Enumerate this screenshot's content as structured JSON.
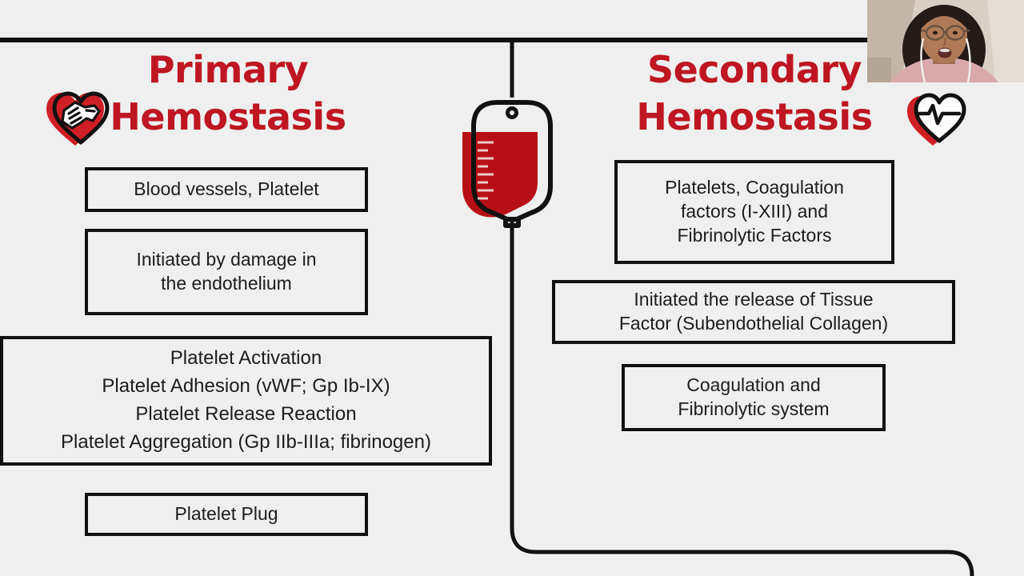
{
  "slide": {
    "background_color": "#efefef",
    "accent_color": "#be1622",
    "line_color": "#111111",
    "text_color": "#1d1d1d"
  },
  "headings": {
    "primary": "Primary\nHemostasis",
    "secondary": "Secondary\nHemostasis"
  },
  "icons": {
    "heart_handshake": "heart-handshake-icon",
    "heart_pulse": "heart-pulse-icon",
    "blood_bag": "blood-bag-icon"
  },
  "left_column": {
    "boxes": [
      {
        "text": "Blood vessels, Platelet"
      },
      {
        "text": "Initiated by damage in\nthe endothelium"
      },
      {
        "text": "Platelet Activation\nPlatelet Adhesion (vWF; Gp Ib-IX)\nPlatelet Release Reaction\nPlatelet Aggregation (Gp IIb-IIIa; fibrinogen)"
      },
      {
        "text": "Platelet Plug"
      }
    ]
  },
  "right_column": {
    "boxes": [
      {
        "text": "Platelets, Coagulation\nfactors (I-XIII) and\nFibrinolytic Factors"
      },
      {
        "text": "Initiated the release of Tissue\nFactor (Subendothelial Collagen)"
      },
      {
        "text": "Coagulation and\nFibrinolytic system"
      }
    ]
  },
  "webcam": {
    "label": "presenter-video-thumbnail"
  }
}
